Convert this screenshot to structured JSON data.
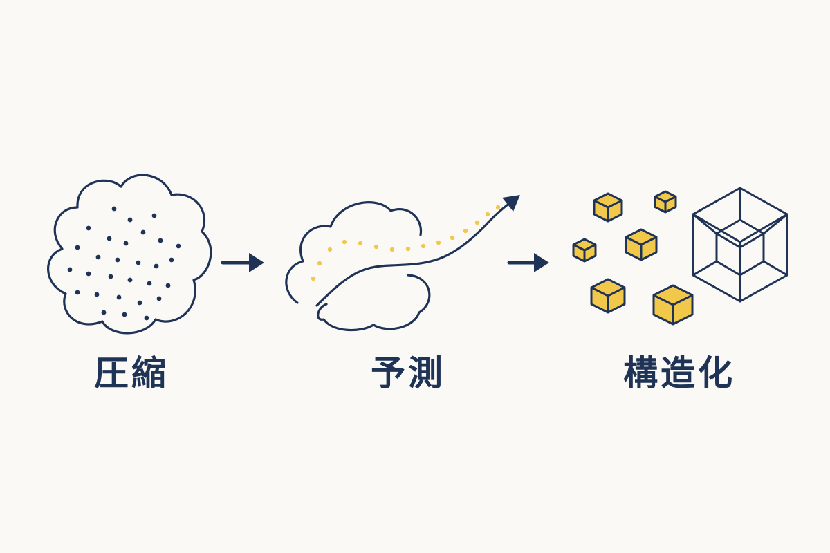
{
  "colors": {
    "background": "#faf9f5",
    "ink": "#1f3357",
    "accent": "#f2c84b"
  },
  "stages": [
    {
      "label": "圧縮",
      "icon": "noisy-cloud-icon"
    },
    {
      "label": "予測",
      "icon": "trend-cloud-icon"
    },
    {
      "label": "構造化",
      "icon": "cubes-lattice-icon"
    }
  ],
  "connectors": [
    "right-arrow-icon",
    "right-arrow-icon"
  ]
}
